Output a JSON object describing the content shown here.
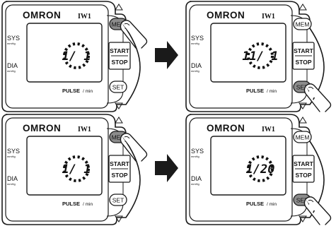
{
  "device": {
    "brand": "OMRON",
    "model": "IW1",
    "sys_label": "SYS",
    "dia_label": "DIA",
    "unit_label": "mmHg",
    "pulse_label": "PULSE",
    "pulse_unit": "/ min",
    "mem_label": "MEM",
    "start_label": "START",
    "stop_label": "STOP",
    "set_label": "SET"
  },
  "panels": [
    {
      "display": "1/ 1",
      "pressed": "mem"
    },
    {
      "display": "11/ 1",
      "pressed": "set"
    },
    {
      "display": "1/ 1",
      "pressed": "mem"
    },
    {
      "display": "1/20",
      "pressed": "set"
    }
  ],
  "colors": {
    "pressed_button": "#8c8c8c",
    "arrow": "#1a1a1a",
    "outline": "#1a1a1a"
  }
}
